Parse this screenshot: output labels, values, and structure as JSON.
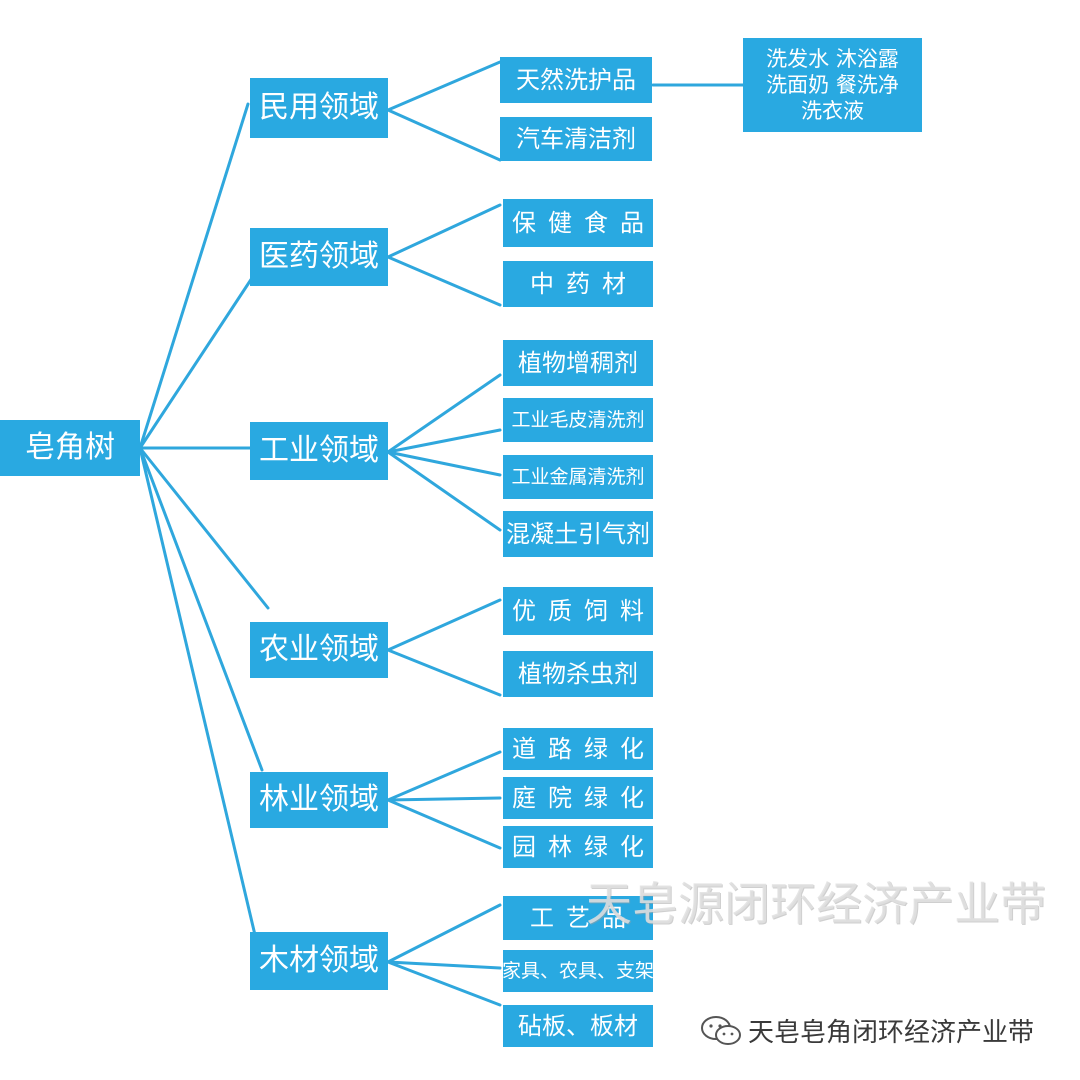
{
  "root": "皂角树",
  "categories": [
    {
      "name": "民用领域",
      "items": [
        "天然洗护品",
        "汽车清洁剂"
      ]
    },
    {
      "name": "医药领域",
      "items": [
        "保健食品",
        "中药材"
      ]
    },
    {
      "name": "工业领域",
      "items": [
        "植物增稠剂",
        "工业毛皮清洗剂",
        "工业金属清洗剂",
        "混凝土引气剂"
      ]
    },
    {
      "name": "农业领域",
      "items": [
        "优质饲料",
        "植物杀虫剂"
      ]
    },
    {
      "name": "林业领域",
      "items": [
        "道路绿化",
        "庭院绿化",
        "园林绿化"
      ]
    },
    {
      "name": "木材领域",
      "items": [
        "工艺品",
        "家具、农具、支架",
        "砧板、板材"
      ]
    }
  ],
  "detail": {
    "line1": "洗发水 沐浴露",
    "line2": "洗面奶 餐洗净",
    "line3": "洗衣液"
  },
  "watermark": "天皂源闭环经济产业带",
  "footer": "天皂皂角闭环经济产业带",
  "colors": {
    "box": "#29a9e1",
    "line": "#2fa7dd"
  }
}
